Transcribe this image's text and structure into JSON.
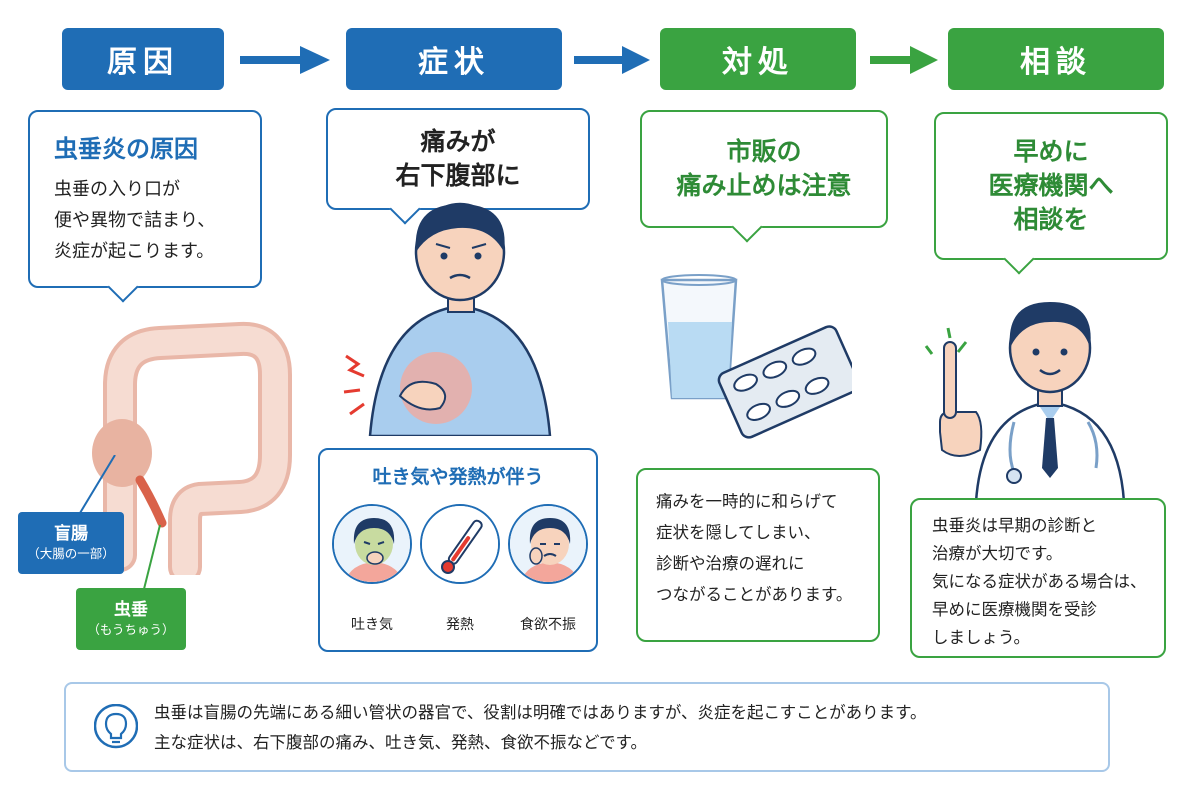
{
  "steps": [
    {
      "label": "原因"
    },
    {
      "label": "症状"
    },
    {
      "label": "対処"
    },
    {
      "label": "相談"
    }
  ],
  "cause": {
    "title": "虫垂炎の原因",
    "lines": [
      "虫垂の入り口が",
      "便や異物で詰まり、",
      "炎症が起こります。"
    ],
    "cecum_label": "盲腸",
    "cecum_sub": "（大腸の一部）",
    "appendix_label": "虫垂",
    "appendix_sub": "（もうちゅう）"
  },
  "symptom": {
    "title_lines": [
      "痛みが",
      "右下腹部に"
    ],
    "panel_title": "吐き気や発熱が伴う",
    "items": [
      "吐き気",
      "発熱",
      "食欲不振"
    ]
  },
  "treatment": {
    "title_lines": [
      "市販の",
      "痛み止めは注意"
    ],
    "lines": [
      "痛みを一時的に和らげて",
      "症状を隠してしまい、",
      "診断や治療の遅れに",
      "つながることがあります。"
    ]
  },
  "consult": {
    "title_lines": [
      "早めに",
      "医療機関へ",
      "相談を"
    ],
    "lines": [
      "虫垂炎は早期の診断と",
      "治療が大切です。",
      "気になる症状がある場合は、",
      "早めに医療機関を受診",
      "しましょう。"
    ]
  },
  "note": {
    "lines": [
      "虫垂は盲腸の先端にある細い管状の器官で、役割は明確ではありますが、炎症を起こすことがあります。",
      "主な症状は、右下腹部の痛み、吐き気、発熱、食欲不振などです。"
    ],
    "icon": "lightbulb-icon"
  },
  "colors": {
    "blue": "#1f6db5",
    "green": "#3aa341"
  }
}
